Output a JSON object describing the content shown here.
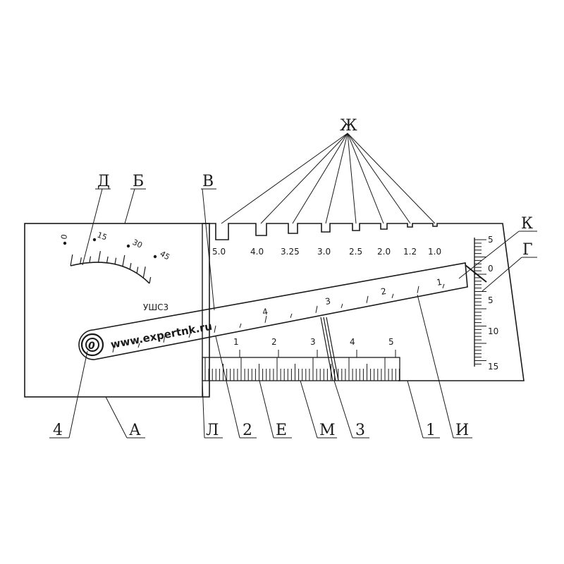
{
  "callouts": {
    "top": {
      "D": "Д",
      "B": "Б",
      "V": "В",
      "Zh": "Ж",
      "K": "К",
      "G": "Г"
    },
    "bottom": {
      "four": "4",
      "A": "А",
      "L": "Л",
      "two": "2",
      "E": "Е",
      "M": "М",
      "three": "3",
      "one": "1",
      "I": "И"
    }
  },
  "gauge": {
    "model": "УШС3",
    "website": "www.expertnk.ru",
    "angle_labels": [
      "0",
      "15",
      "30",
      "45"
    ],
    "slot_labels": [
      "5.0",
      "4.0",
      "3.25",
      "3.0",
      "2.5",
      "2.0",
      "1.2",
      "1.0"
    ],
    "vertical_scale_labels": [
      "5",
      "0",
      "5",
      "10",
      "15"
    ],
    "horizontal_scale_labels": [
      "1",
      "2",
      "3",
      "4",
      "5"
    ],
    "arm_scale_labels": [
      "1",
      "2",
      "3",
      "4"
    ],
    "pivot_label": "0"
  }
}
